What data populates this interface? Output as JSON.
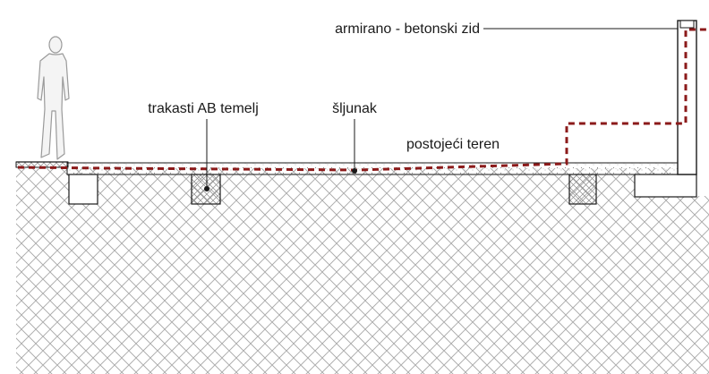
{
  "labels": {
    "wall": "armirano - betonski zid",
    "foundation": "trakasti AB temelj",
    "gravel": "šljunak",
    "terrain": "postojeći teren"
  },
  "icons": {
    "person": "standing-person-icon"
  },
  "colors": {
    "line": "#1a1a1a",
    "existing_terrain_line": "#8b1a1a",
    "soil_hatch": "#9a9a9a",
    "gravel_dots": "#888888",
    "background": "#ffffff"
  }
}
